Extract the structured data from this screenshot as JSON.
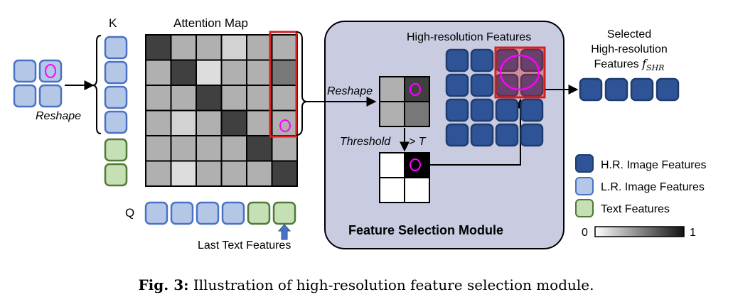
{
  "labels": {
    "k": "K",
    "q": "Q",
    "attention_map": "Attention Map",
    "reshape_left": "Reshape",
    "reshape_mid": "Reshape",
    "threshold": "Threshold",
    "gt_t": "> T",
    "hr_features_title": "High-resolution Features",
    "selected_line1": "Selected",
    "selected_line2": "High-resolution",
    "selected_line3": "Features",
    "selected_symbol": "f",
    "selected_subscript": "SHR",
    "module_title": "Feature Selection Module",
    "last_text": "Last Text Features",
    "scale_min": "0",
    "scale_max": "1"
  },
  "legend": [
    {
      "label": "H.R. Image Features",
      "color": "#2e5396",
      "border": "#1f3c6e"
    },
    {
      "label": "L.R. Image Features",
      "color": "#b4c7e7",
      "border": "#4a72c4"
    },
    {
      "label": "Text Features",
      "color": "#c5e0b4",
      "border": "#4f7a35"
    }
  ],
  "attention_map": {
    "rows": [
      [
        0.85,
        0.35,
        0.35,
        0.2,
        0.35,
        0.35
      ],
      [
        0.35,
        0.85,
        0.15,
        0.35,
        0.35,
        0.6
      ],
      [
        0.35,
        0.35,
        0.85,
        0.35,
        0.35,
        0.35
      ],
      [
        0.35,
        0.2,
        0.35,
        0.85,
        0.35,
        0.35
      ],
      [
        0.35,
        0.35,
        0.35,
        0.35,
        0.85,
        0.35
      ],
      [
        0.35,
        0.15,
        0.35,
        0.35,
        0.35,
        0.85
      ]
    ]
  },
  "reshape_grid": [
    [
      0.35,
      0.85
    ],
    [
      0.35,
      0.6
    ]
  ],
  "threshold_grid": [
    [
      0,
      1
    ],
    [
      0,
      0
    ]
  ],
  "colors": {
    "module_bg": "#c9cbe0",
    "highlight_red": "#d42020",
    "magenta": "#ff00ff",
    "arrow_blue": "#4a72c4"
  },
  "caption": {
    "fig": "Fig. 3:",
    "text": " Illustration of high-resolution feature selection module."
  }
}
